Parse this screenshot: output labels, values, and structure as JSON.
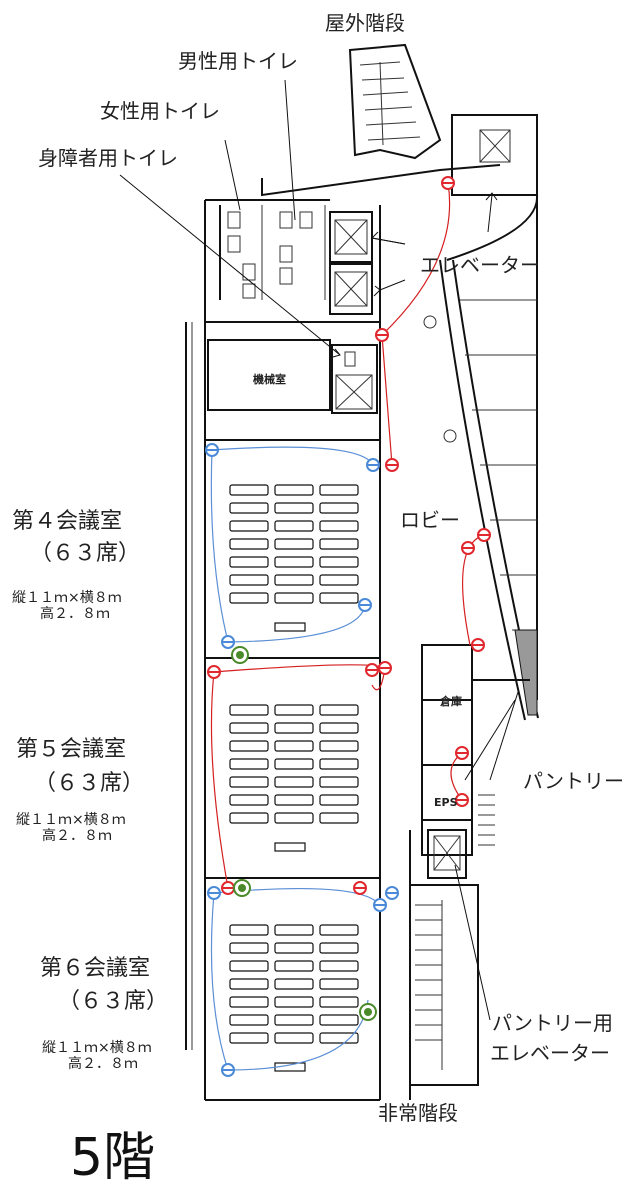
{
  "labels": {
    "outdoor_stairs": "屋外階段",
    "mens_toilet": "男性用トイレ",
    "womens_toilet": "女性用トイレ",
    "accessible_toilet": "身障者用トイレ",
    "elevator": "エレベーター",
    "machine_room": "機械室",
    "lobby": "ロビー",
    "storage": "倉庫",
    "eps": "EPS",
    "pantry": "パントリー",
    "pantry_elevator_1": "パントリー用",
    "pantry_elevator_2": "エレベーター",
    "emergency_stairs": "非常階段",
    "floor": "5階"
  },
  "rooms": [
    {
      "name": "第４会議室",
      "seats": "（６３席）",
      "size": "縦１１ｍ×横８ｍ",
      "height": "高２．８ｍ"
    },
    {
      "name": "第５会議室",
      "seats": "（６３席）",
      "size": "縦１１ｍ×横８ｍ",
      "height": "高２．８ｍ"
    },
    {
      "name": "第６会議室",
      "seats": "（６３席）",
      "size": "縦１１ｍ×横８ｍ",
      "height": "高２．８ｍ"
    }
  ],
  "colors": {
    "red_outlet": "#e0282e",
    "blue_outlet": "#4a8ad8",
    "green_outlet": "#4a8a2a",
    "red_wire": "#d42020",
    "blue_wire": "#5b8fd6"
  }
}
